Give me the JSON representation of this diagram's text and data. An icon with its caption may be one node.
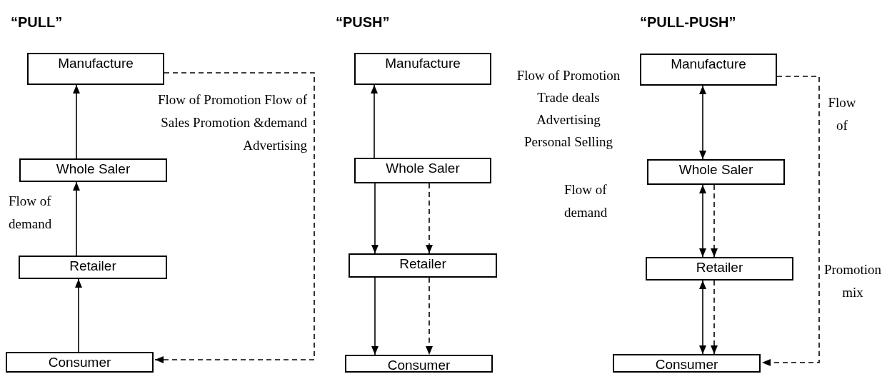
{
  "diagram": {
    "nodes": [
      {
        "text": [
          "Manufacture"
        ]
      },
      {
        "text": [
          "Whole Saler"
        ]
      },
      {
        "text": [
          "Retailer"
        ]
      },
      {
        "text": [
          "Consumer"
        ]
      },
      {
        "text": [
          "Manufacture"
        ]
      },
      {
        "text": [
          "Whole Saler"
        ]
      },
      {
        "text": [
          "Retailer"
        ]
      },
      {
        "text": [
          "Consumer"
        ]
      },
      {
        "text": [
          "Manufacture"
        ]
      },
      {
        "text": [
          "Whole Saler"
        ]
      },
      {
        "text": [
          "Retailer"
        ]
      },
      {
        "text": [
          "Consumer"
        ]
      }
    ],
    "edges": [
      {
        "from": 1,
        "to": 0,
        "arrow": "to"
      },
      {
        "from": 2,
        "to": 1,
        "arrow": "to"
      },
      {
        "from": 3,
        "to": 2,
        "arrow": "to"
      },
      {
        "from": 0,
        "to": 3,
        "arrow": "to",
        "style": "dashed"
      },
      {
        "from": 5,
        "to": 4,
        "arrow": "to"
      },
      {
        "from": 5,
        "to": 6,
        "arrow": "to"
      },
      {
        "from": 5,
        "to": 6,
        "arrow": "to",
        "style": "dashed"
      },
      {
        "from": 6,
        "to": 7,
        "arrow": "to"
      },
      {
        "from": 6,
        "to": 7,
        "arrow": "to",
        "style": "dashed"
      },
      {
        "from": 8,
        "to": 9,
        "arrow": "both"
      },
      {
        "from": 9,
        "to": 10,
        "arrow": "both"
      },
      {
        "from": 9,
        "to": 10,
        "arrow": "to",
        "style": "dashed"
      },
      {
        "from": 10,
        "to": 11,
        "arrow": "both"
      },
      {
        "from": 10,
        "to": 11,
        "arrow": "to",
        "style": "dashed"
      },
      {
        "from": 8,
        "to": 11,
        "arrow": "to",
        "style": "dashed"
      }
    ],
    "labels": [
      "“PULL”",
      "“PUSH”",
      "“PULL-PUSH”",
      "Flow of Promotion Flow of",
      "Sales Promotion &demand",
      "Advertising",
      "Flow of demand",
      "Flow of Promotion Trade deals Advertising Personal Selling",
      "Flow of demand",
      "Flow of",
      "Promotion mix"
    ]
  }
}
